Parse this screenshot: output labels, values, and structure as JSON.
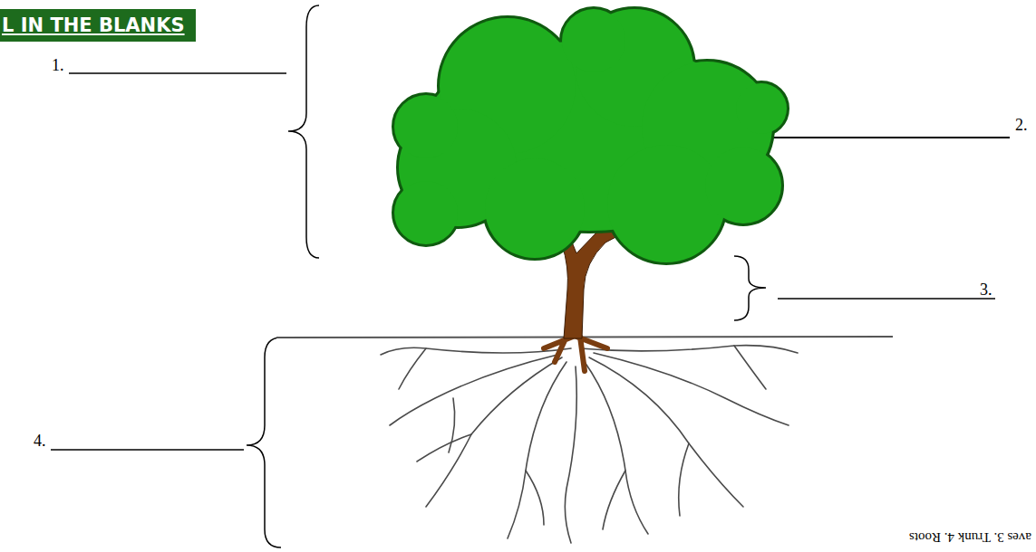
{
  "diagram": {
    "title": "L IN THE BLANKS",
    "labels": [
      "1.",
      "2.",
      "3.",
      "4.",
      "aves 3. Trunk 4. Roots"
    ]
  }
}
